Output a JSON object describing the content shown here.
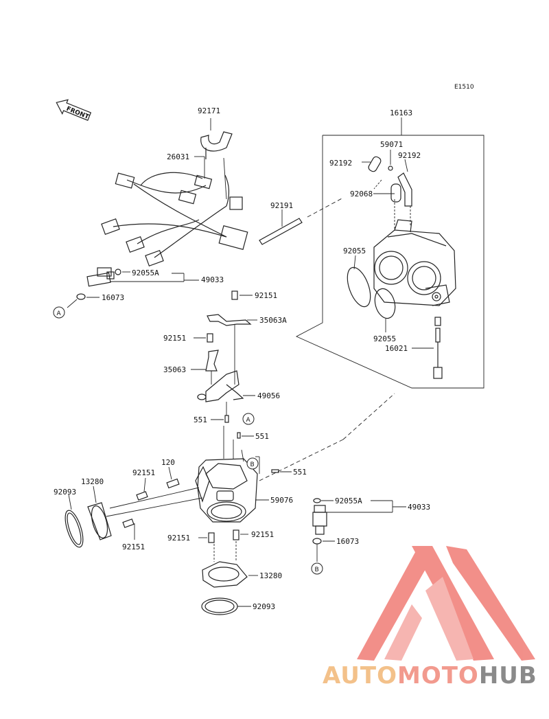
{
  "diagram": {
    "code": "E1510",
    "front_label": "FRONT",
    "labels": {
      "p92171": "92171",
      "p26031": "26031",
      "p16163": "16163",
      "p59071": "59071",
      "p92192a": "92192",
      "p92192b": "92192",
      "p92068": "92068",
      "p92191": "92191",
      "p92055a_top": "92055A",
      "p49033_top": "49033",
      "p16073_top": "16073",
      "p92151_1": "92151",
      "p35063A": "35063A",
      "p92055_1": "92055",
      "p92055_2": "92055",
      "p16021": "16021",
      "p92151_2": "92151",
      "p35063": "35063",
      "p49056": "49056",
      "p551_1": "551",
      "p551_2": "551",
      "p551_3": "551",
      "p120": "120",
      "p92151_3": "92151",
      "p13280_1": "13280",
      "p92093_1": "92093",
      "p59076": "59076",
      "p92055a_bot": "92055A",
      "p49033_bot": "49033",
      "p92151_4": "92151",
      "p92151_5": "92151",
      "p92151_6": "92151",
      "p16073_bot": "16073",
      "p13280_2": "13280",
      "p92093_2": "92093"
    },
    "callouts": {
      "a1": "A",
      "a2": "A",
      "b1": "B",
      "b2": "B"
    }
  },
  "watermark": {
    "part1": "AUTO",
    "part2": "MOTO",
    "part3": "HUB",
    "colors": {
      "auto": "#f3c18a",
      "moto": "#f29a8e",
      "hub": "#8a8a8a",
      "logo": "#f07c75"
    }
  }
}
